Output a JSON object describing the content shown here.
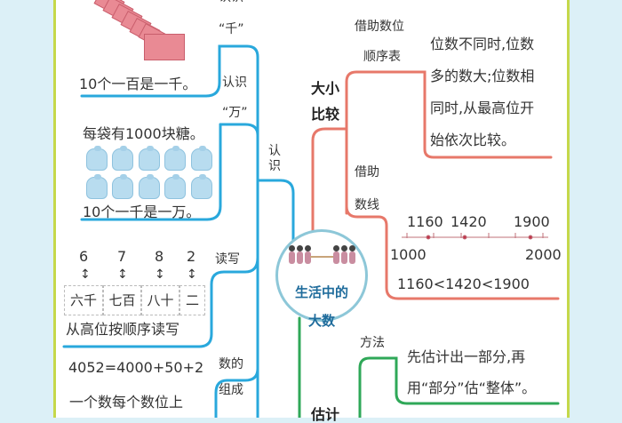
{
  "colors": {
    "background": "#dcf0f7",
    "border": "#c5d84a",
    "branch_recognize": "#29a8dc",
    "branch_compare": "#e7786a",
    "branch_estimate": "#2fa858",
    "center_text": "#1f6c9c"
  },
  "center": {
    "line1": "生活中的",
    "line2": "大数",
    "illustration": "children-tug-of-war"
  },
  "recognize": {
    "label": "认识",
    "top_partial": "认识",
    "thousand": {
      "label_quote": "“千”",
      "label": "认识",
      "illustration": "hundred-yuan-notes",
      "text": "10个一百是一千。"
    },
    "ten_thousand": {
      "label_quote": "“万”",
      "text1": "每袋有1000块糖。",
      "illustration": "candy-bags",
      "text2": "10个一千是一万。"
    },
    "read_write": {
      "label": "读写",
      "digits": [
        "6",
        "7",
        "8",
        "2"
      ],
      "arrow": "↕",
      "cells": [
        "六千",
        "七百",
        "八十",
        "二"
      ],
      "text": "从高位按顺序读写"
    },
    "composition": {
      "label1": "数的",
      "label2": "组成",
      "equation": "4052=4000+50+2",
      "text": "一个数每个数位上"
    }
  },
  "compare": {
    "label1": "大小",
    "label2": "比较",
    "place_table": {
      "label1": "借助数位",
      "label2": "顺序表",
      "lines": [
        "位数不同时,位数",
        "多的数大;位数相",
        "同时,从最高位开",
        "始依次比较。"
      ]
    },
    "number_line": {
      "label1": "借助",
      "label2": "数线",
      "marks": [
        "1160",
        "1420",
        "1900"
      ],
      "start": "1000",
      "end": "2000",
      "result": "1160<1420<1900"
    }
  },
  "estimate": {
    "label": "估计",
    "method_label": "方法",
    "lines": [
      "先估计出一部分,再",
      "用“部分”估“整体”。"
    ]
  }
}
